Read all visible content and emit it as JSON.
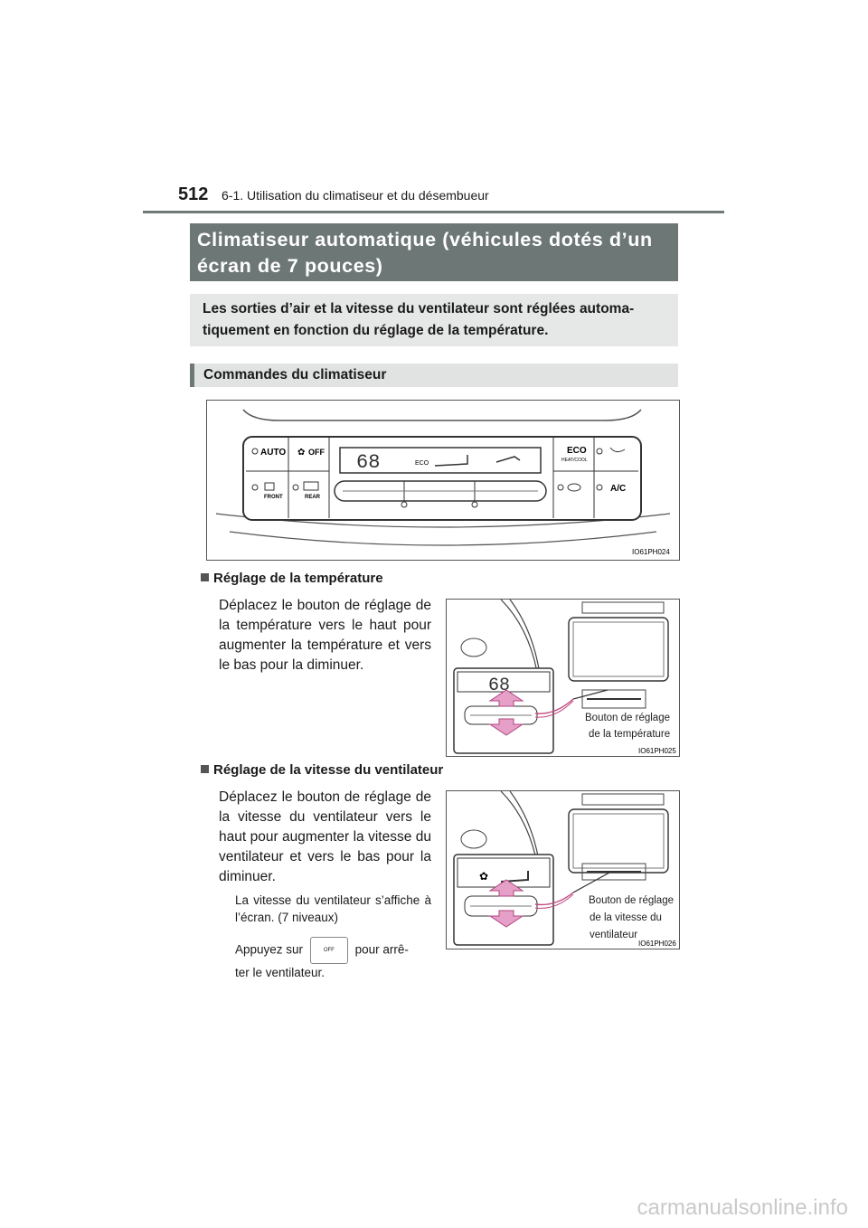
{
  "header": {
    "page_number": "512",
    "section": "6-1. Utilisation du climatiseur et du désembueur"
  },
  "title": "Climatiseur automatique (véhicules dotés d’un écran de 7 pouces)",
  "intro": "Les sorties d’air et la vitesse du ventilateur sont réglées automa-tiquement en fonction du réglage de la température.",
  "subheading": "Commandes du climatiseur",
  "panel": {
    "auto": "AUTO",
    "off": "OFF",
    "front": "FRONT",
    "rear": "REAR",
    "temp": "68",
    "eco": "ECO",
    "eco_big": "ECO",
    "heat_cool": "HEAT/COOL",
    "ac": "A/C",
    "code": "IO61PH024"
  },
  "temperature": {
    "heading": "Réglage de la température",
    "text": "Déplacez le bouton de réglage de la température vers le haut pour augmenter la température et vers le bas pour la diminuer.",
    "display": "68",
    "callout_line1": "Bouton de réglage",
    "callout_line2": "de la température",
    "code": "IO61PH025"
  },
  "fan": {
    "heading": "Réglage de la vitesse du ventilateur",
    "text": "Déplacez le bouton de réglage de la vitesse du ventilateur vers le haut pour augmenter la vitesse du ventilateur et vers le bas pour la diminuer.",
    "note": "La vitesse du ventilateur s’affiche à l’écran. (7 niveaux)",
    "press_before": "Appuyez sur",
    "press_after": "pour arrê-",
    "press_end": "ter le ventilateur.",
    "off_button": "OFF",
    "callout_line1": "Bouton de réglage",
    "callout_line2": "de la vitesse du",
    "callout_line3": "ventilateur",
    "code": "IO61PH026"
  },
  "watermark": "carmanualsonline.info"
}
